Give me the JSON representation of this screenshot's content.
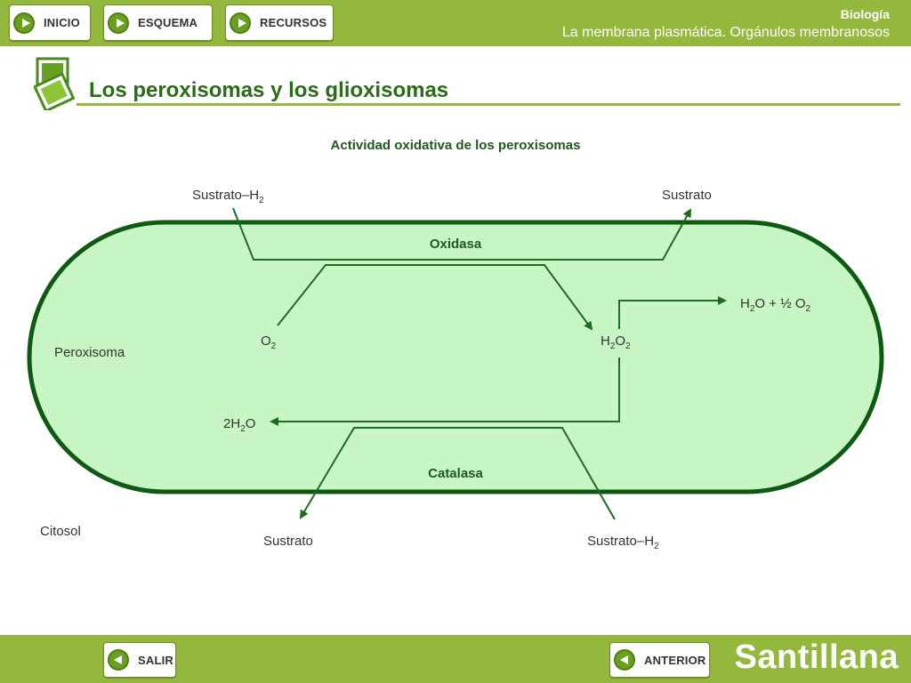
{
  "header": {
    "nav": [
      {
        "label": "INICIO"
      },
      {
        "label": "ESQUEMA"
      },
      {
        "label": "RECURSOS"
      }
    ],
    "subject": "Biología",
    "topic": "La membrana plasmática. Orgánulos membranosos"
  },
  "page": {
    "title": "Los peroxisomas y los glioxisomas"
  },
  "diagram": {
    "title": "Actividad oxidativa de los peroxisomas",
    "enzymes": {
      "oxidase": "Oxidasa",
      "catalase": "Catalasa"
    },
    "compartments": {
      "peroxisome": "Peroxisoma",
      "cytosol": "Citosol"
    },
    "labels": {
      "substrate_h2_top": {
        "base": "Sustrato–H",
        "sub": "2"
      },
      "substrate_top": "Sustrato",
      "o2": {
        "base": "O",
        "sub": "2"
      },
      "h2o2": {
        "parts": [
          "H",
          "2",
          "O",
          "2"
        ]
      },
      "products": {
        "parts": [
          "H",
          "2",
          "O + ½ O",
          "2"
        ]
      },
      "water": {
        "parts": [
          "2H",
          "2",
          "O"
        ]
      },
      "substrate_bottom": "Sustrato",
      "substrate_h2_bottom": {
        "base": "Sustrato–H",
        "sub": "2"
      }
    },
    "colors": {
      "line": "#1f6b1f",
      "fill": "#c8f5c4",
      "border": "#0e5a12"
    }
  },
  "footer": {
    "exit_label": "SALIR",
    "previous_label": "ANTERIOR",
    "brand": "Santillana"
  }
}
